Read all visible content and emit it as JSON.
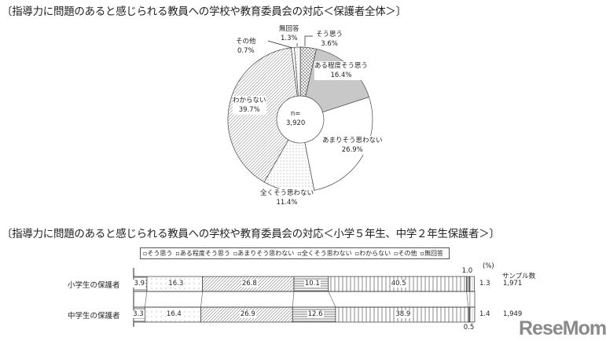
{
  "chart_data": [
    {
      "type": "pie",
      "title": "〔指導力に問題のあると感じられる教員への学校や教育委員会の対応＜保護者全体＞〕",
      "center_label": [
        "n=",
        "3,920"
      ],
      "slices": [
        {
          "label": "そう思う",
          "value": 3.6,
          "text": "3.6%"
        },
        {
          "label": "ある程度そう思う",
          "value": 16.4,
          "text": "16.4%"
        },
        {
          "label": "あまりそう思わない",
          "value": 26.9,
          "text": "26.9%"
        },
        {
          "label": "全くそう思わない",
          "value": 11.4,
          "text": "11.4%"
        },
        {
          "label": "わからない",
          "value": 39.7,
          "text": "39.7%"
        },
        {
          "label": "その他",
          "value": 0.7,
          "text": "0.7%"
        },
        {
          "label": "無回答",
          "value": 1.3,
          "text": "1.3%"
        }
      ]
    },
    {
      "type": "bar",
      "stacked": true,
      "orientation": "horizontal",
      "title": "〔指導力に問題のあると感じられる教員への学校や教育委員会の対応＜小学５年生、中学２年生保護者＞〕",
      "legend": [
        "そう思う",
        "ある程度そう思う",
        "あまりそう思わない",
        "全くそう思わない",
        "わからない",
        "その他",
        "無回答"
      ],
      "unit": "(%)",
      "sample_header": "サンプル数",
      "rows": [
        {
          "label": "小学生の保護者",
          "values": [
            3.9,
            16.3,
            26.8,
            10.1,
            40.5,
            1.0,
            1.3
          ],
          "texts": [
            "3.9",
            "16.3",
            "26.8",
            "10.1",
            "40.5",
            "1.0",
            "1.3"
          ],
          "sample": "1,971"
        },
        {
          "label": "中学生の保護者",
          "values": [
            3.3,
            16.4,
            26.9,
            12.6,
            38.9,
            0.5,
            1.4
          ],
          "texts": [
            "3.3",
            "16.4",
            "26.9",
            "12.6",
            "38.9",
            "0.5",
            "1.4"
          ],
          "sample": "1,949"
        }
      ]
    }
  ],
  "logo": "ReseMom"
}
